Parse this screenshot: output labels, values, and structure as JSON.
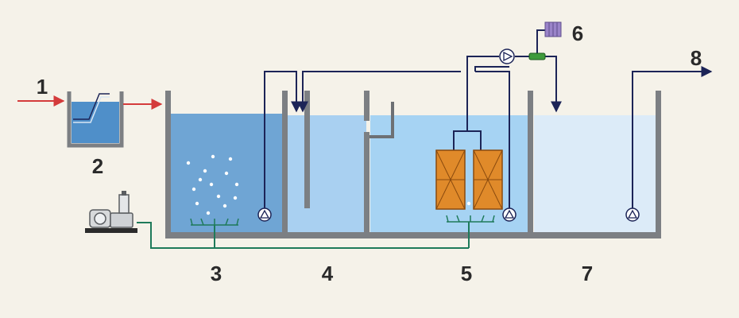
{
  "labels": {
    "inlet": "1",
    "equalization_tank": "2",
    "aeration_tank": "3",
    "baffle_tank": "4",
    "membrane_tank": "5",
    "dosing_unit": "6",
    "clear_water_tank": "7",
    "outlet": "8"
  },
  "colors": {
    "background": "#f5f2e9",
    "wall": "#7c7f83",
    "water_aeration": "#6fa5d4",
    "water_baffle": "#a9d0f1",
    "water_membrane": "#a6d3f3",
    "water_clear": "#dcebf8",
    "pipe_dark": "#1c2457",
    "pipe_red": "#d43b3b",
    "air_line": "#1e7a5a",
    "membrane_fill": "#e08a2a",
    "dosing_purple": "#9a84c9"
  },
  "icons": [
    "pump-icon",
    "blower-icon",
    "membrane-module-icon",
    "diffuser-icon",
    "dosing-tank-icon",
    "valve-icon",
    "arrow-icon"
  ]
}
